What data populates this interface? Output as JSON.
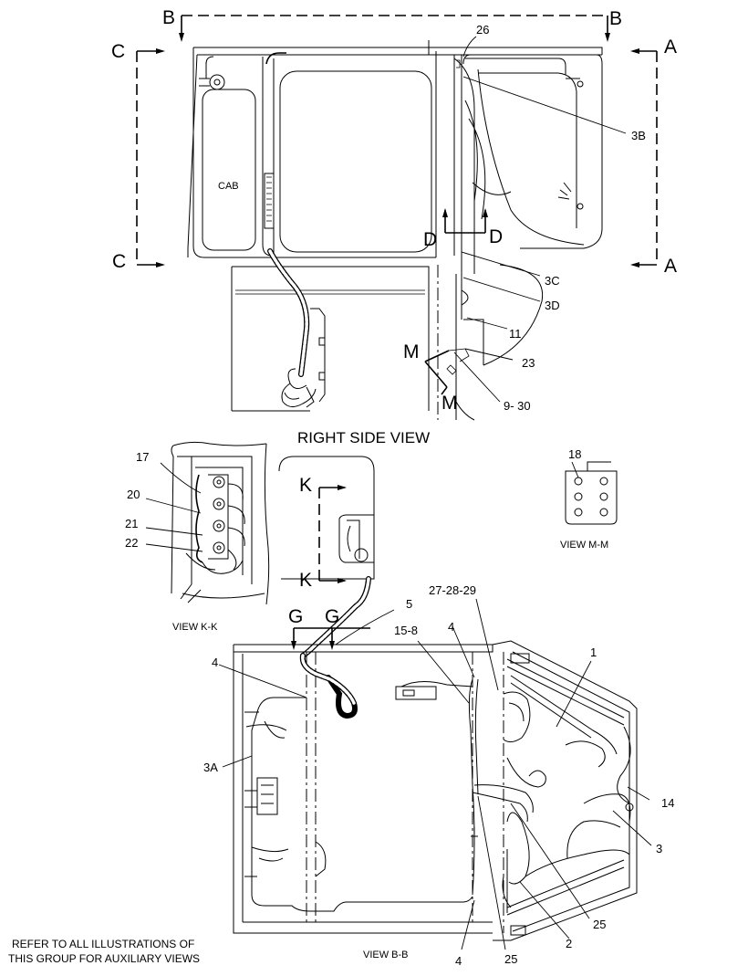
{
  "section_markers": {
    "b_left": "B",
    "b_right": "B",
    "c_top": "C",
    "c_bottom": "C",
    "a_top": "A",
    "a_bottom": "A",
    "d_left": "D",
    "d_right": "D",
    "m_top": "M",
    "m_bottom": "M",
    "k_top": "K",
    "k_bottom": "K",
    "g_left": "G",
    "g_right": "G"
  },
  "text_labels": {
    "cab": "CAB",
    "right_side_view": "RIGHT SIDE VIEW",
    "view_kk": "VIEW K-K",
    "view_mm": "VIEW M-M",
    "view_bb": "VIEW B-B",
    "refer_note_line1": "REFER TO ALL ILLUSTRATIONS OF",
    "refer_note_line2": "THIS GROUP FOR AUXILIARY VIEWS"
  },
  "callouts": {
    "c26": "26",
    "c3B": "3B",
    "c3C": "3C",
    "c3D": "3D",
    "c11": "11",
    "c23": "23",
    "c9_30": "9- 30",
    "c17": "17",
    "c20": "20",
    "c21": "21",
    "c22": "22",
    "c18": "18",
    "c27_28_29": "27-28-29",
    "c5": "5",
    "c15_8": "15-8",
    "c4_a": "4",
    "c4_b": "4",
    "c4_c": "4",
    "c1": "1",
    "c3A": "3A",
    "c14": "14",
    "c3": "3",
    "c25_a": "25",
    "c25_b": "25",
    "c2": "2"
  }
}
